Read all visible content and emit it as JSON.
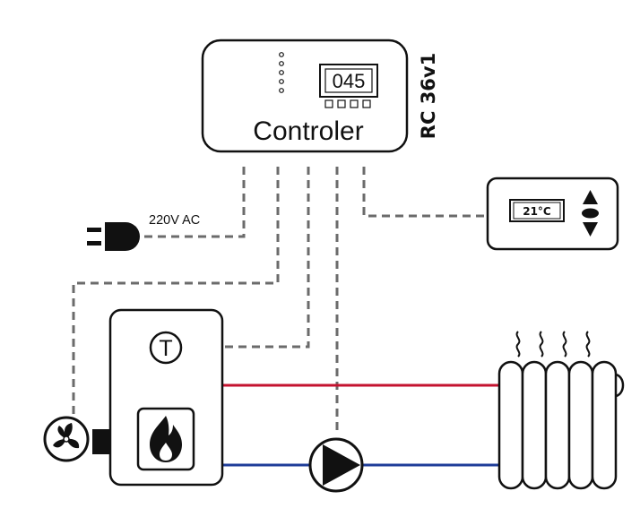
{
  "controller": {
    "label": "Controler",
    "model": "RC 36v1",
    "display": "045"
  },
  "power": {
    "label": "220V AC"
  },
  "room_thermostat": {
    "display": "21°C"
  },
  "boiler": {
    "sensor_label": "T"
  },
  "colors": {
    "supply_pipe": "#c4122f",
    "return_pipe": "#1f3d99",
    "signal_line": "#6b6b6b",
    "outline": "#111111"
  }
}
